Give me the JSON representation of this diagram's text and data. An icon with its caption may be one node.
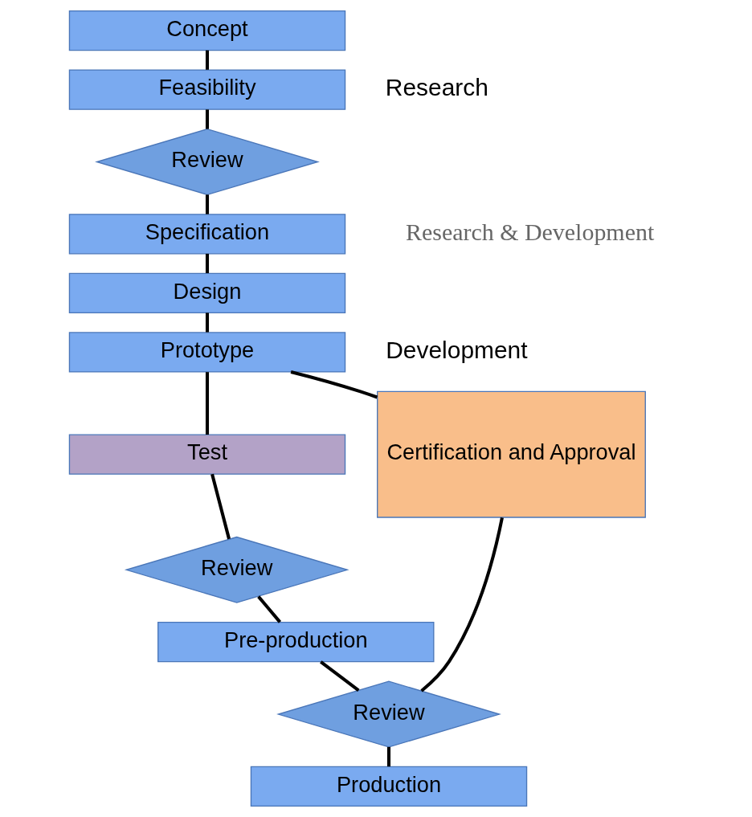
{
  "diagram": {
    "nodes": [
      {
        "text": [
          "Concept"
        ]
      },
      {
        "text": [
          "Feasibility"
        ]
      },
      {
        "text": [
          "Review"
        ]
      },
      {
        "text": [
          "Specification"
        ]
      },
      {
        "text": [
          "Design"
        ]
      },
      {
        "text": [
          "Prototype"
        ]
      },
      {
        "text": [
          "Test"
        ]
      },
      {
        "text": [
          "Review"
        ]
      },
      {
        "text": [
          "Pre-production"
        ]
      },
      {
        "text": [
          "Review"
        ]
      },
      {
        "text": [
          "Production"
        ]
      },
      {
        "text": [
          "Certification and Approval"
        ]
      }
    ],
    "edges": [
      {
        "from": 0,
        "to": 1,
        "arrow": "none"
      },
      {
        "from": 1,
        "to": 2,
        "arrow": "none"
      },
      {
        "from": 2,
        "to": 3,
        "arrow": "none"
      },
      {
        "from": 3,
        "to": 4,
        "arrow": "none"
      },
      {
        "from": 4,
        "to": 5,
        "arrow": "none"
      },
      {
        "from": 5,
        "to": 6,
        "arrow": "none"
      },
      {
        "from": 6,
        "to": 7,
        "arrow": "none"
      },
      {
        "from": 7,
        "to": 8,
        "arrow": "none"
      },
      {
        "from": 8,
        "to": 9,
        "arrow": "none"
      },
      {
        "from": 9,
        "to": 10,
        "arrow": "none"
      },
      {
        "from": 5,
        "to": 11,
        "arrow": "none"
      },
      {
        "from": 11,
        "to": 9,
        "arrow": "none"
      }
    ],
    "labels": [
      "Research",
      "Development",
      "Research & Development"
    ]
  }
}
